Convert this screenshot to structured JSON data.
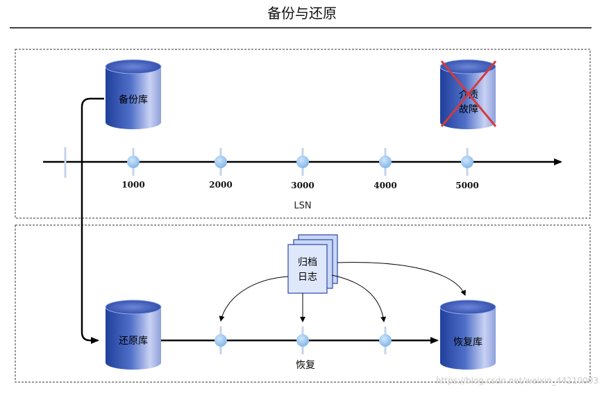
{
  "title": "备份与还原",
  "upper_panel": {
    "backup_db_label": "备份库",
    "failed_db_label_line1": "介质",
    "failed_db_label_line2": "故障",
    "lsn_ticks": [
      "1000",
      "2000",
      "3000",
      "4000",
      "5000"
    ],
    "axis_label": "LSN"
  },
  "lower_panel": {
    "restore_db_label": "还原库",
    "archive_log_line1": "归档",
    "archive_log_line2": "日志",
    "recover_label": "恢复",
    "recovered_db_label": "恢复库"
  },
  "watermark": "https://blog.csdn.net/weixin_44210003",
  "colors": {
    "cylinder_dark": "#1f3f9c",
    "cylinder_light": "#b8c4f0",
    "node": "#8fc0ee",
    "failure_cross": "#d43b3b",
    "document": "#c9d7f5"
  }
}
